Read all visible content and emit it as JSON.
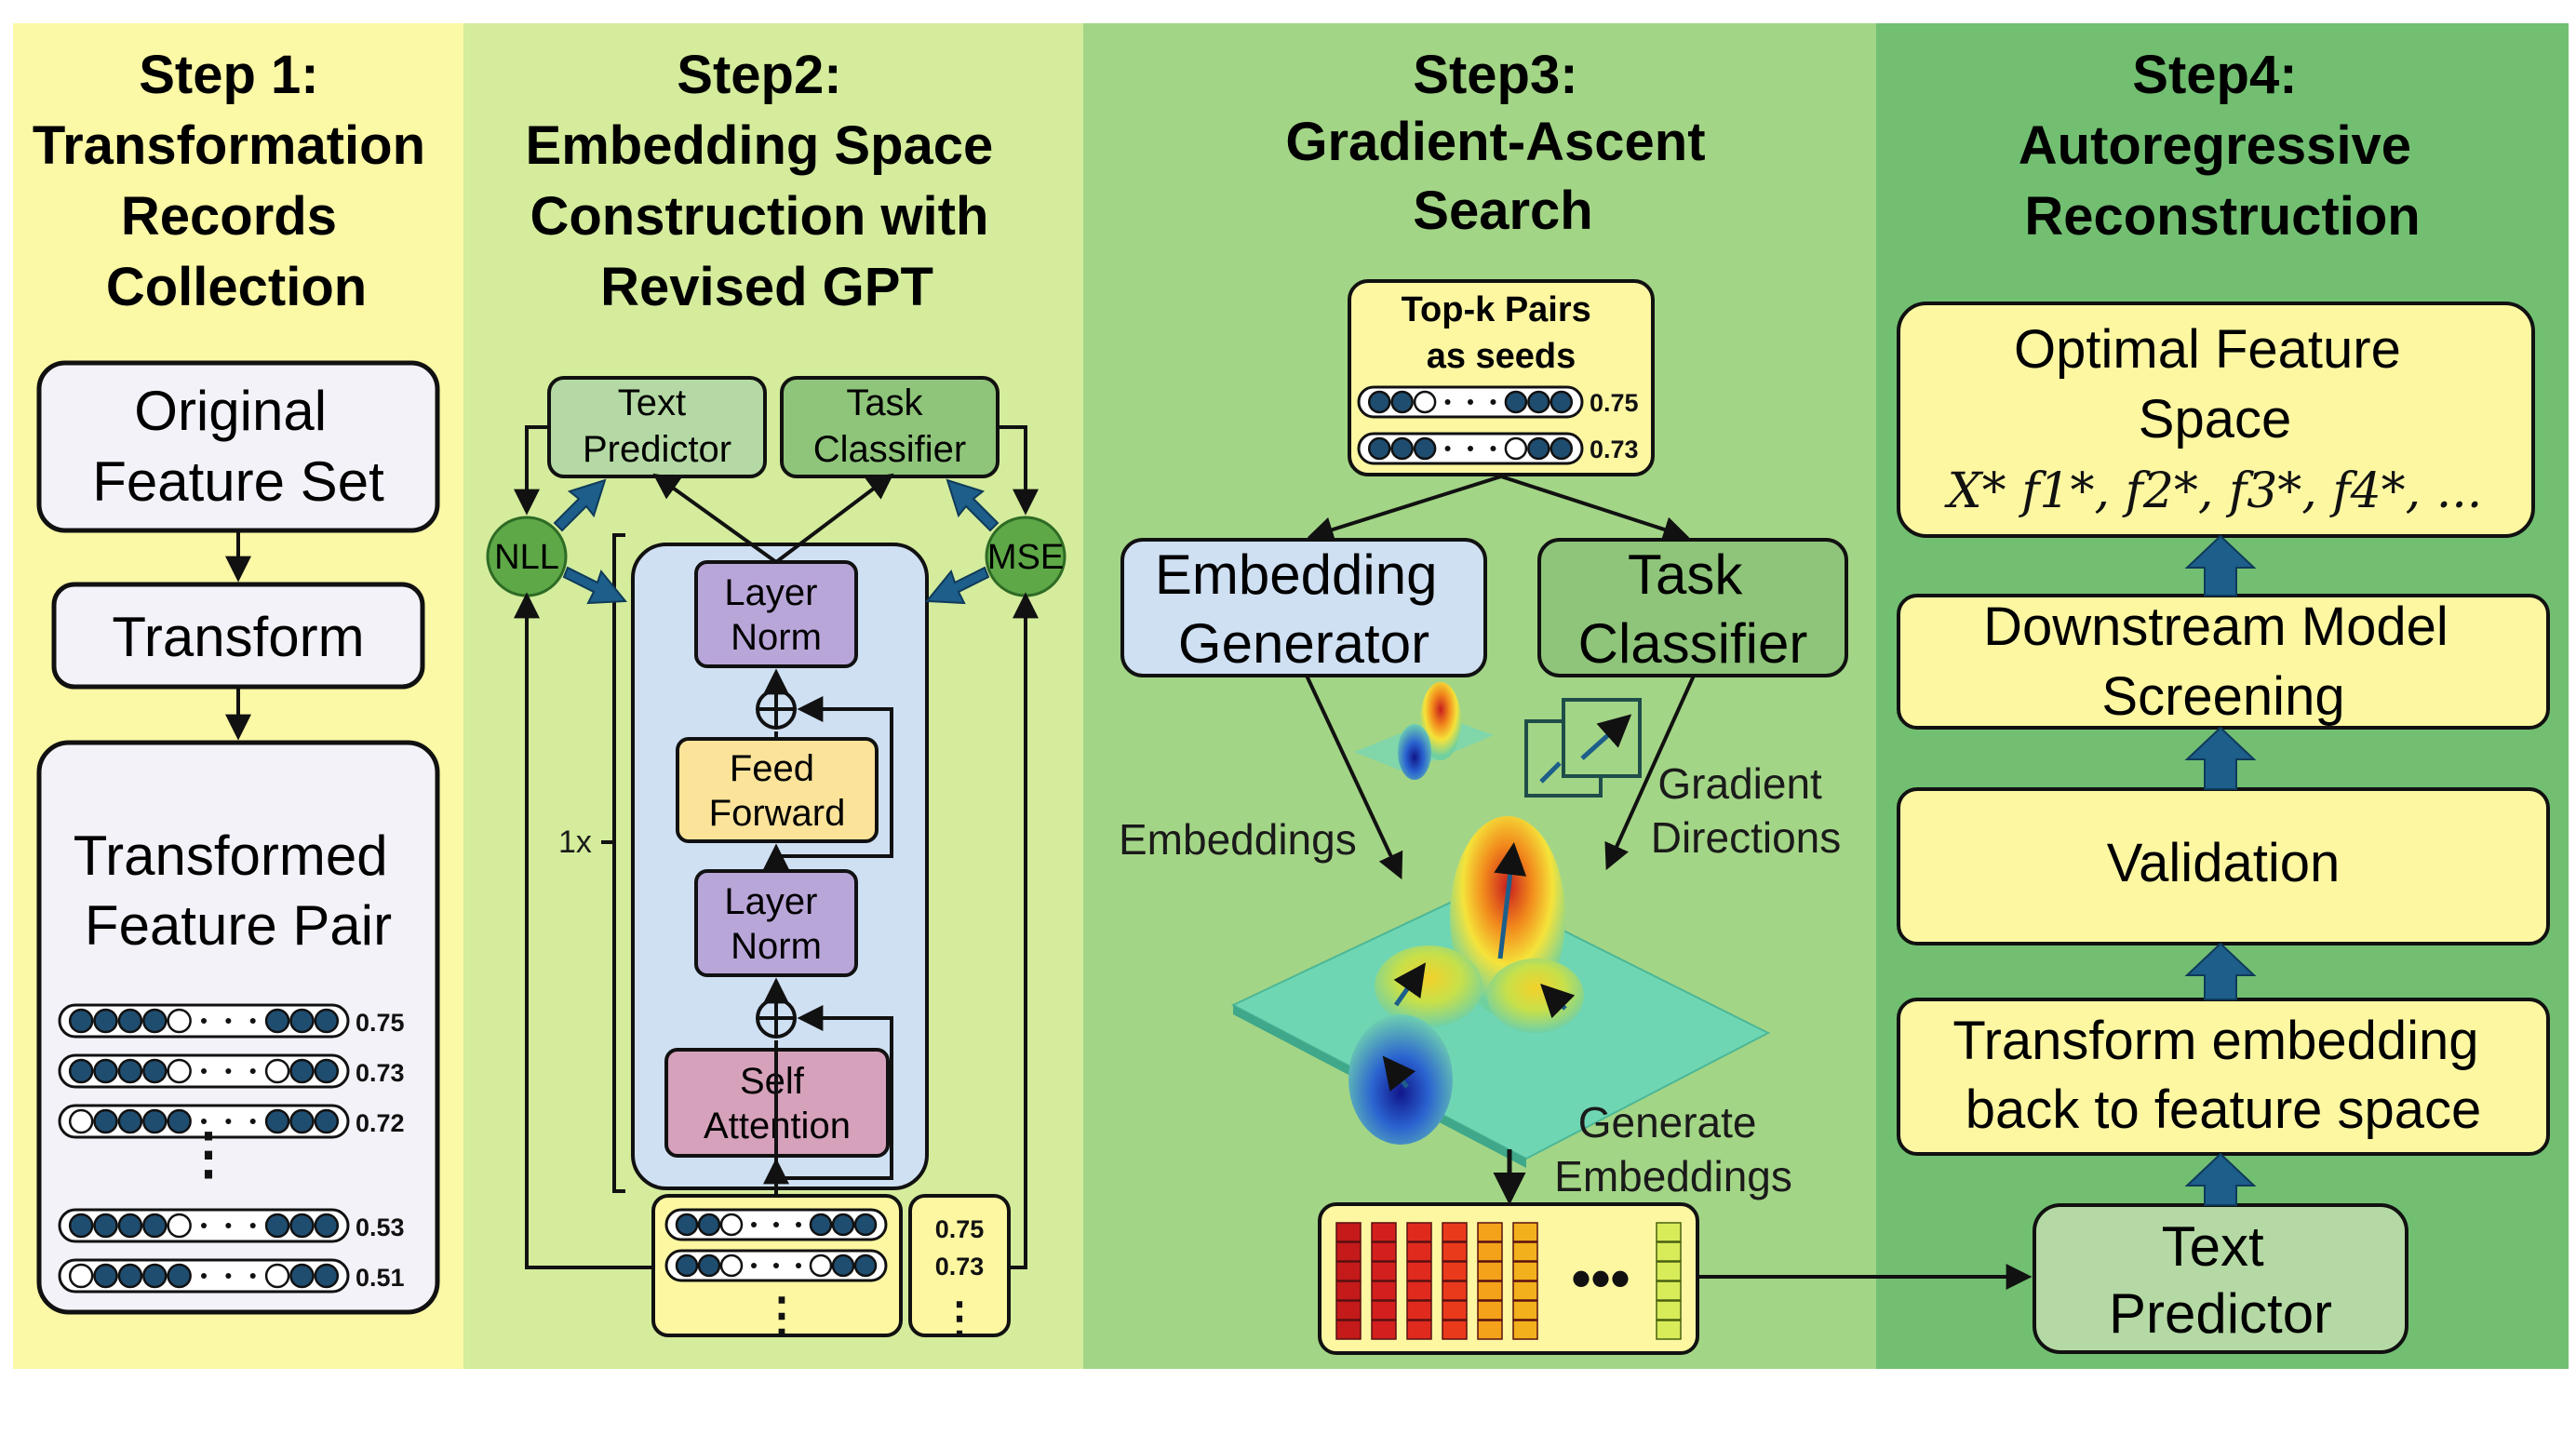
{
  "steps": [
    {
      "title": [
        "Step 1:",
        "Transformation",
        "Records",
        "Collection"
      ],
      "bg": "#fbf8a6"
    },
    {
      "title": [
        "Step2:",
        "Embedding Space",
        "Construction with",
        "Revised GPT"
      ],
      "bg": "#d4ec9c"
    },
    {
      "title": [
        "Step3:",
        "Gradient-Ascent",
        "Search"
      ],
      "bg": "#a3d586"
    },
    {
      "title": [
        "Step4:",
        "Autoregressive",
        "Reconstruction"
      ],
      "bg": "#72bf72"
    }
  ],
  "step1": {
    "original_feature_set": [
      "Original",
      "Feature Set"
    ],
    "transform": "Transform",
    "transformed_feature_pair": [
      "Transformed",
      "Feature Pair"
    ],
    "scores": [
      "0.75",
      "0.73",
      "0.72",
      "0.53",
      "0.51"
    ]
  },
  "step2": {
    "text_predictor": [
      "Text",
      "Predictor"
    ],
    "task_classifier": [
      "Task",
      "Classifier"
    ],
    "nll": "NLL",
    "mse": "MSE",
    "layer_norm": [
      "Layer",
      "Norm"
    ],
    "feed_forward": [
      "Feed",
      "Forward"
    ],
    "self_attention": [
      "Self",
      "Attention"
    ],
    "repeat": "1x",
    "scores": [
      "0.75",
      "0.73"
    ]
  },
  "step3": {
    "topk": [
      "Top-k Pairs",
      "as seeds"
    ],
    "topk_scores": [
      "0.75",
      "0.73"
    ],
    "embedding_generator": [
      "Embedding",
      "Generator"
    ],
    "task_classifier": [
      "Task",
      "Classifier"
    ],
    "embeddings_label": "Embeddings",
    "gradient_directions": [
      "Gradient",
      "Directions"
    ],
    "generate_embeddings": [
      "Generate",
      "Embeddings"
    ]
  },
  "step4": {
    "optimal_feature_space": [
      "Optimal Feature",
      "Space"
    ],
    "formula": "X*   f1*, f2*, f3*, f4*, ...",
    "downstream": [
      "Downstream Model",
      "Screening"
    ],
    "validation": "Validation",
    "transform_back": [
      "Transform embedding",
      "back to feature space"
    ],
    "text_predictor": [
      "Text",
      "Predictor"
    ]
  },
  "colors": {
    "step1_box": "#f4f2f9",
    "step2_gpt_block": "#cfe0f3",
    "layer_norm": "#b9a6d9",
    "feed_forward": "#fbe49a",
    "self_attention": "#d6a1bb",
    "predictor_box": "#b5d9a4",
    "classifier_box": "#8fc57a",
    "loss_circle": "#5ea847",
    "yellow_box": "#fdf7a2",
    "up_arrow": "#1d5e8a",
    "dot": "#1f4d70"
  }
}
